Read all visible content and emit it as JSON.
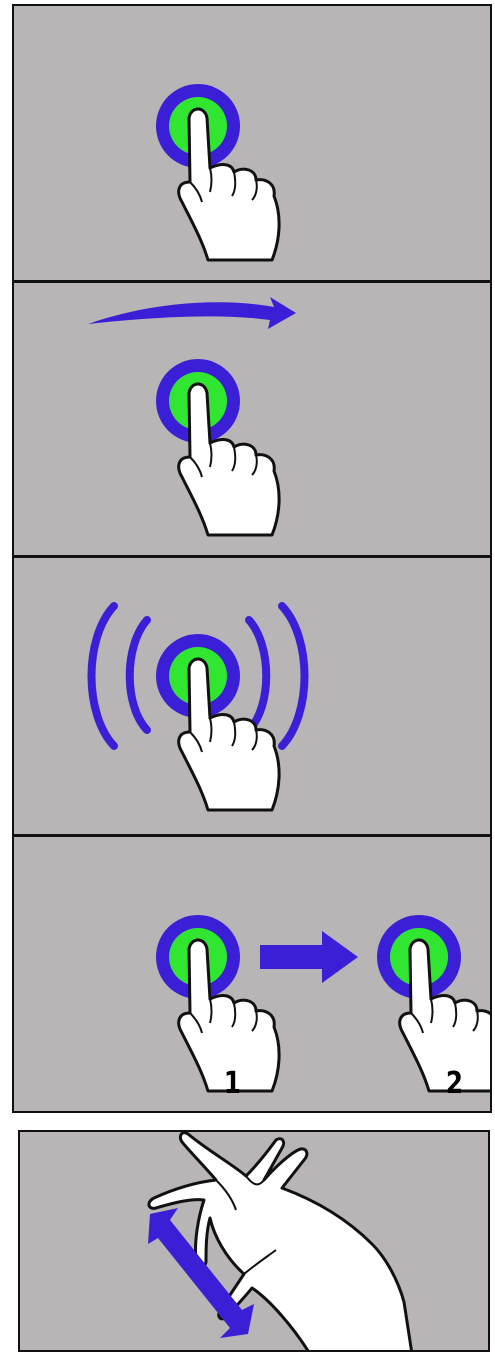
{
  "colors": {
    "panel_background": "#b9b4b5",
    "border": "#111111",
    "ring": "#3a1fd6",
    "touch_point": "#31e631",
    "gesture_marks": "#3a1fd6",
    "hand_fill": "#ffffff",
    "hand_outline": "#111111"
  },
  "panels": [
    {
      "gesture": "tap",
      "icons": [
        "touch-point-icon",
        "pointing-hand-icon"
      ]
    },
    {
      "gesture": "swipe",
      "icons": [
        "curved-arrow-icon",
        "touch-point-icon",
        "pointing-hand-icon"
      ]
    },
    {
      "gesture": "long-press",
      "icons": [
        "vibration-arc-icon",
        "touch-point-icon",
        "pointing-hand-icon"
      ]
    },
    {
      "gesture": "drag",
      "icons": [
        "touch-point-icon",
        "right-arrow-icon",
        "pointing-hand-icon"
      ]
    },
    {
      "gesture": "pinch",
      "icons": [
        "pinching-hand-icon",
        "double-arrow-icon"
      ]
    }
  ],
  "drag_steps": {
    "start": "1",
    "end": "2"
  }
}
